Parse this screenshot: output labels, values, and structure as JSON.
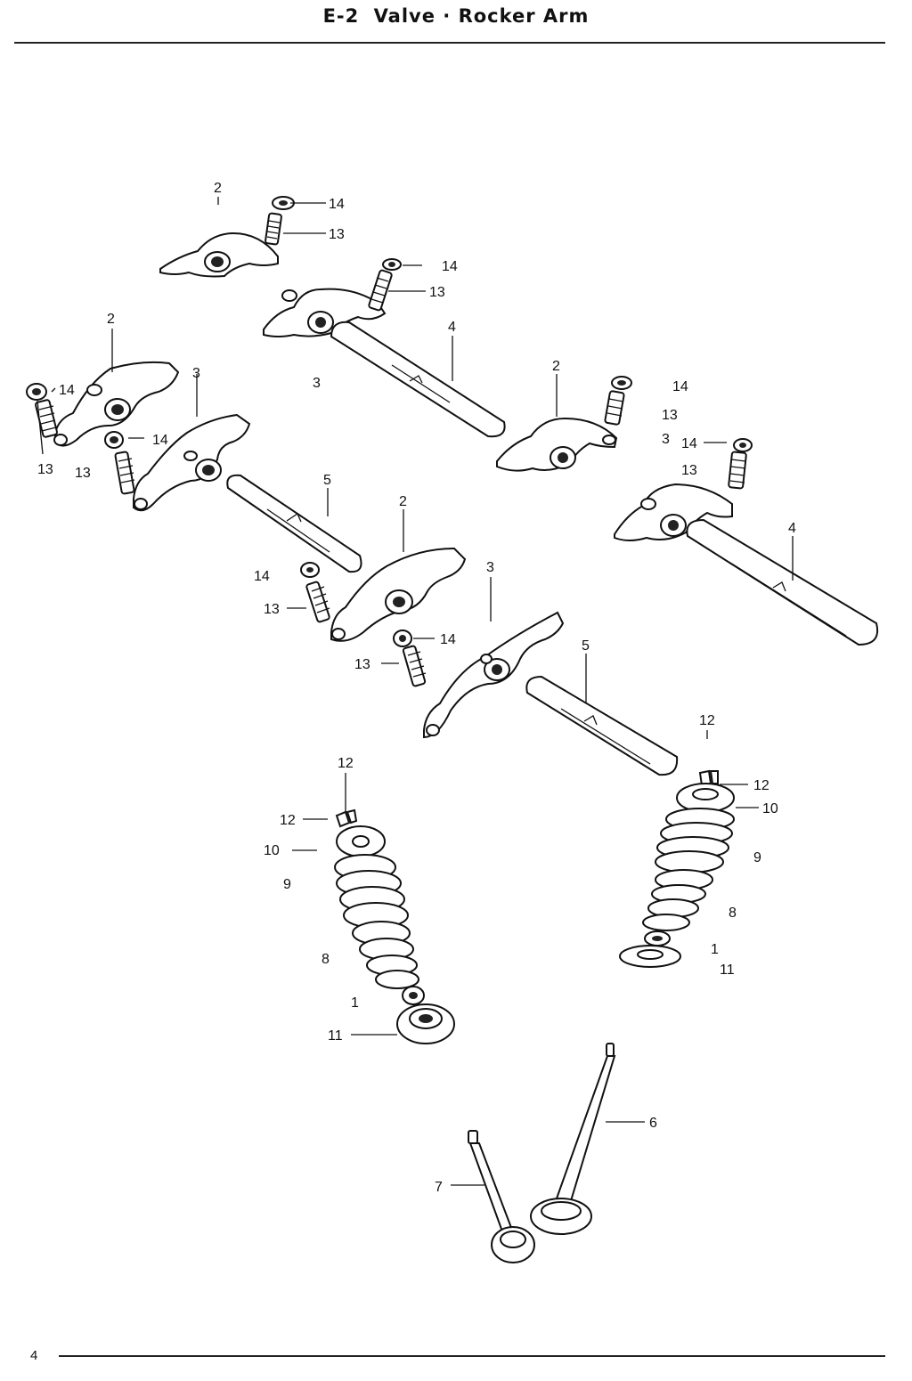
{
  "header": {
    "code": "E-2",
    "title": "Valve · Rocker Arm"
  },
  "footer": {
    "page_number": "4"
  },
  "callouts": [
    "2",
    "14",
    "13",
    "14",
    "13",
    "4",
    "2",
    "14",
    "3",
    "3",
    "13",
    "13",
    "14",
    "2",
    "14",
    "13",
    "3",
    "14",
    "13",
    "5",
    "2",
    "4",
    "14",
    "13",
    "3",
    "14",
    "13",
    "5",
    "12",
    "12",
    "12",
    "10",
    "9",
    "8",
    "1",
    "11",
    "12",
    "10",
    "9",
    "8",
    "1",
    "11",
    "6",
    "7"
  ],
  "icons": {
    "rocker_arm": "rocker-arm-icon",
    "shaft": "rocker-shaft-icon",
    "spring": "valve-spring-icon",
    "valve": "valve-icon"
  }
}
